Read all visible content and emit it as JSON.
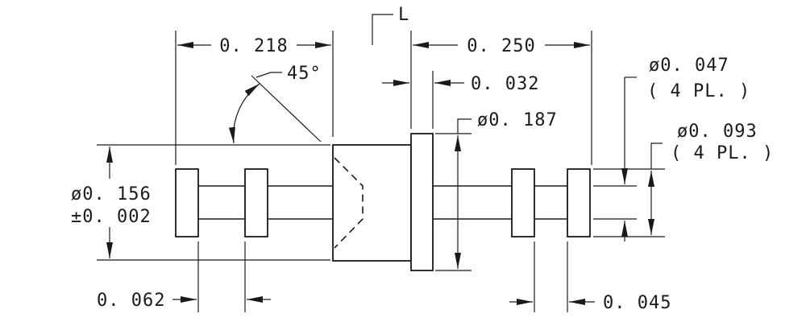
{
  "drawing": {
    "dim_0218": "0. 218",
    "dim_0250": "0. 250",
    "label_L": "L",
    "angle_45": "45°",
    "dim_0032": "0. 032",
    "dim_0187": "ø0. 187",
    "dim_0047": "ø0. 047",
    "dim_0047_note": "( 4  PL. )",
    "dim_0093": "ø0. 093",
    "dim_0093_note": "( 4  PL. )",
    "dim_0156": "ø0. 156",
    "dim_0156_tol": "±0. 002",
    "dim_0062": "0. 062",
    "dim_0045": "0. 045"
  }
}
